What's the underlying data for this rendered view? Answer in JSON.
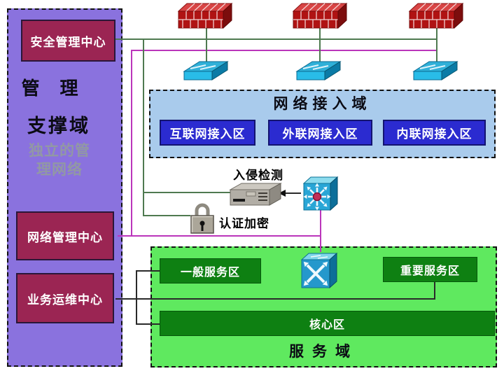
{
  "colors": {
    "canvas_bg": "#ffffff",
    "management_domain_bg": "#8a72de",
    "management_box_bg": "#9b2553",
    "access_domain_bg": "#a9cbec",
    "access_zone_bg": "#2b2bd0",
    "service_domain_bg": "#5fe95f",
    "service_zone_bg": "#0e8012",
    "bus_green": "#4f7a50",
    "bus_magenta": "#bb35bb",
    "link_black": "#2a2a2a",
    "firewall_red": "#b01313",
    "device_cyan": "#29a6d6"
  },
  "management_domain": {
    "title_line1": "管 理",
    "title_line2": "支撑域",
    "subtitle_line1": "独立的管",
    "subtitle_line2": "理网络",
    "security_center": "安全管理中心",
    "network_center": "网络管理中心",
    "operations_center": "业务运维中心"
  },
  "access_domain": {
    "title": "网络接入域",
    "zones": [
      {
        "label": "互联网接入区"
      },
      {
        "label": "外联网接入区"
      },
      {
        "label": "内联网接入区"
      }
    ]
  },
  "service_domain": {
    "title": "服务域",
    "general_zone": "一般服务区",
    "important_zone": "重要服务区",
    "core_zone": "核心区"
  },
  "annotations": {
    "ids_label": "入侵检测",
    "auth_label": "认证加密"
  },
  "icons": {
    "firewall": "red-brick-firewall",
    "access_switch": "cyan-workgroup-switch",
    "router": "cyan-router-star-arrows",
    "core_switch": "cyan-multilayer-switch",
    "ids_server": "gray-rack-server",
    "auth_lock": "gray-padlock"
  }
}
